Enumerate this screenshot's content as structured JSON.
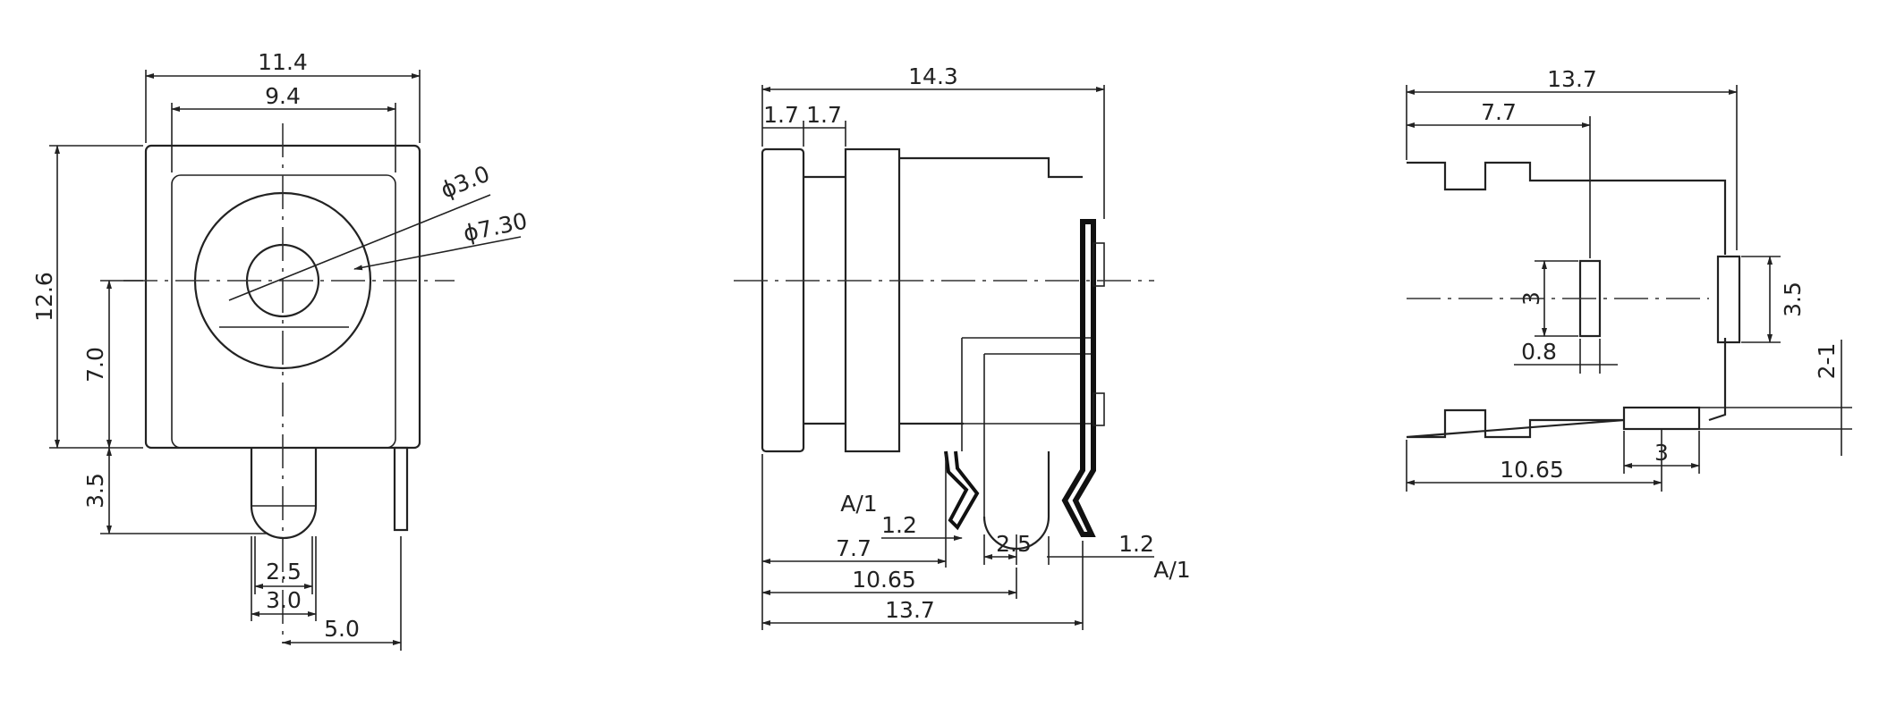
{
  "colors": {
    "line": "#222222",
    "background": "#ffffff"
  },
  "front_view": {
    "overall_width": "11.4",
    "inner_width": "9.4",
    "overall_height": "12.6",
    "center_height": "7.0",
    "pin_length": "3.5",
    "pin_width": "2.5",
    "pin_slot_width": "3.0",
    "side_pin_offset": "5.0",
    "pin_diameter": "ϕ3.0",
    "hole_diameter": "ϕ7.30"
  },
  "side_view": {
    "overall_length": "14.3",
    "flange_1": "1.7",
    "flange_2": "1.7",
    "pin_thickness_left": "1.2",
    "pin_thickness_right": "1.2",
    "pin_width": "2.5",
    "dim_7_7": "7.7",
    "dim_10_65": "10.65",
    "dim_13_7": "13.7",
    "detail_ref_left": "A/1",
    "detail_ref_right": "A/1"
  },
  "bottom_view": {
    "overall_length": "13.7",
    "dim_7_7": "7.7",
    "slot_height": "3",
    "slot_width": "0.8",
    "right_slot_height": "3.5",
    "right_offset": "2-1",
    "bottom_slot_width": "3",
    "dim_10_65": "10.65"
  }
}
